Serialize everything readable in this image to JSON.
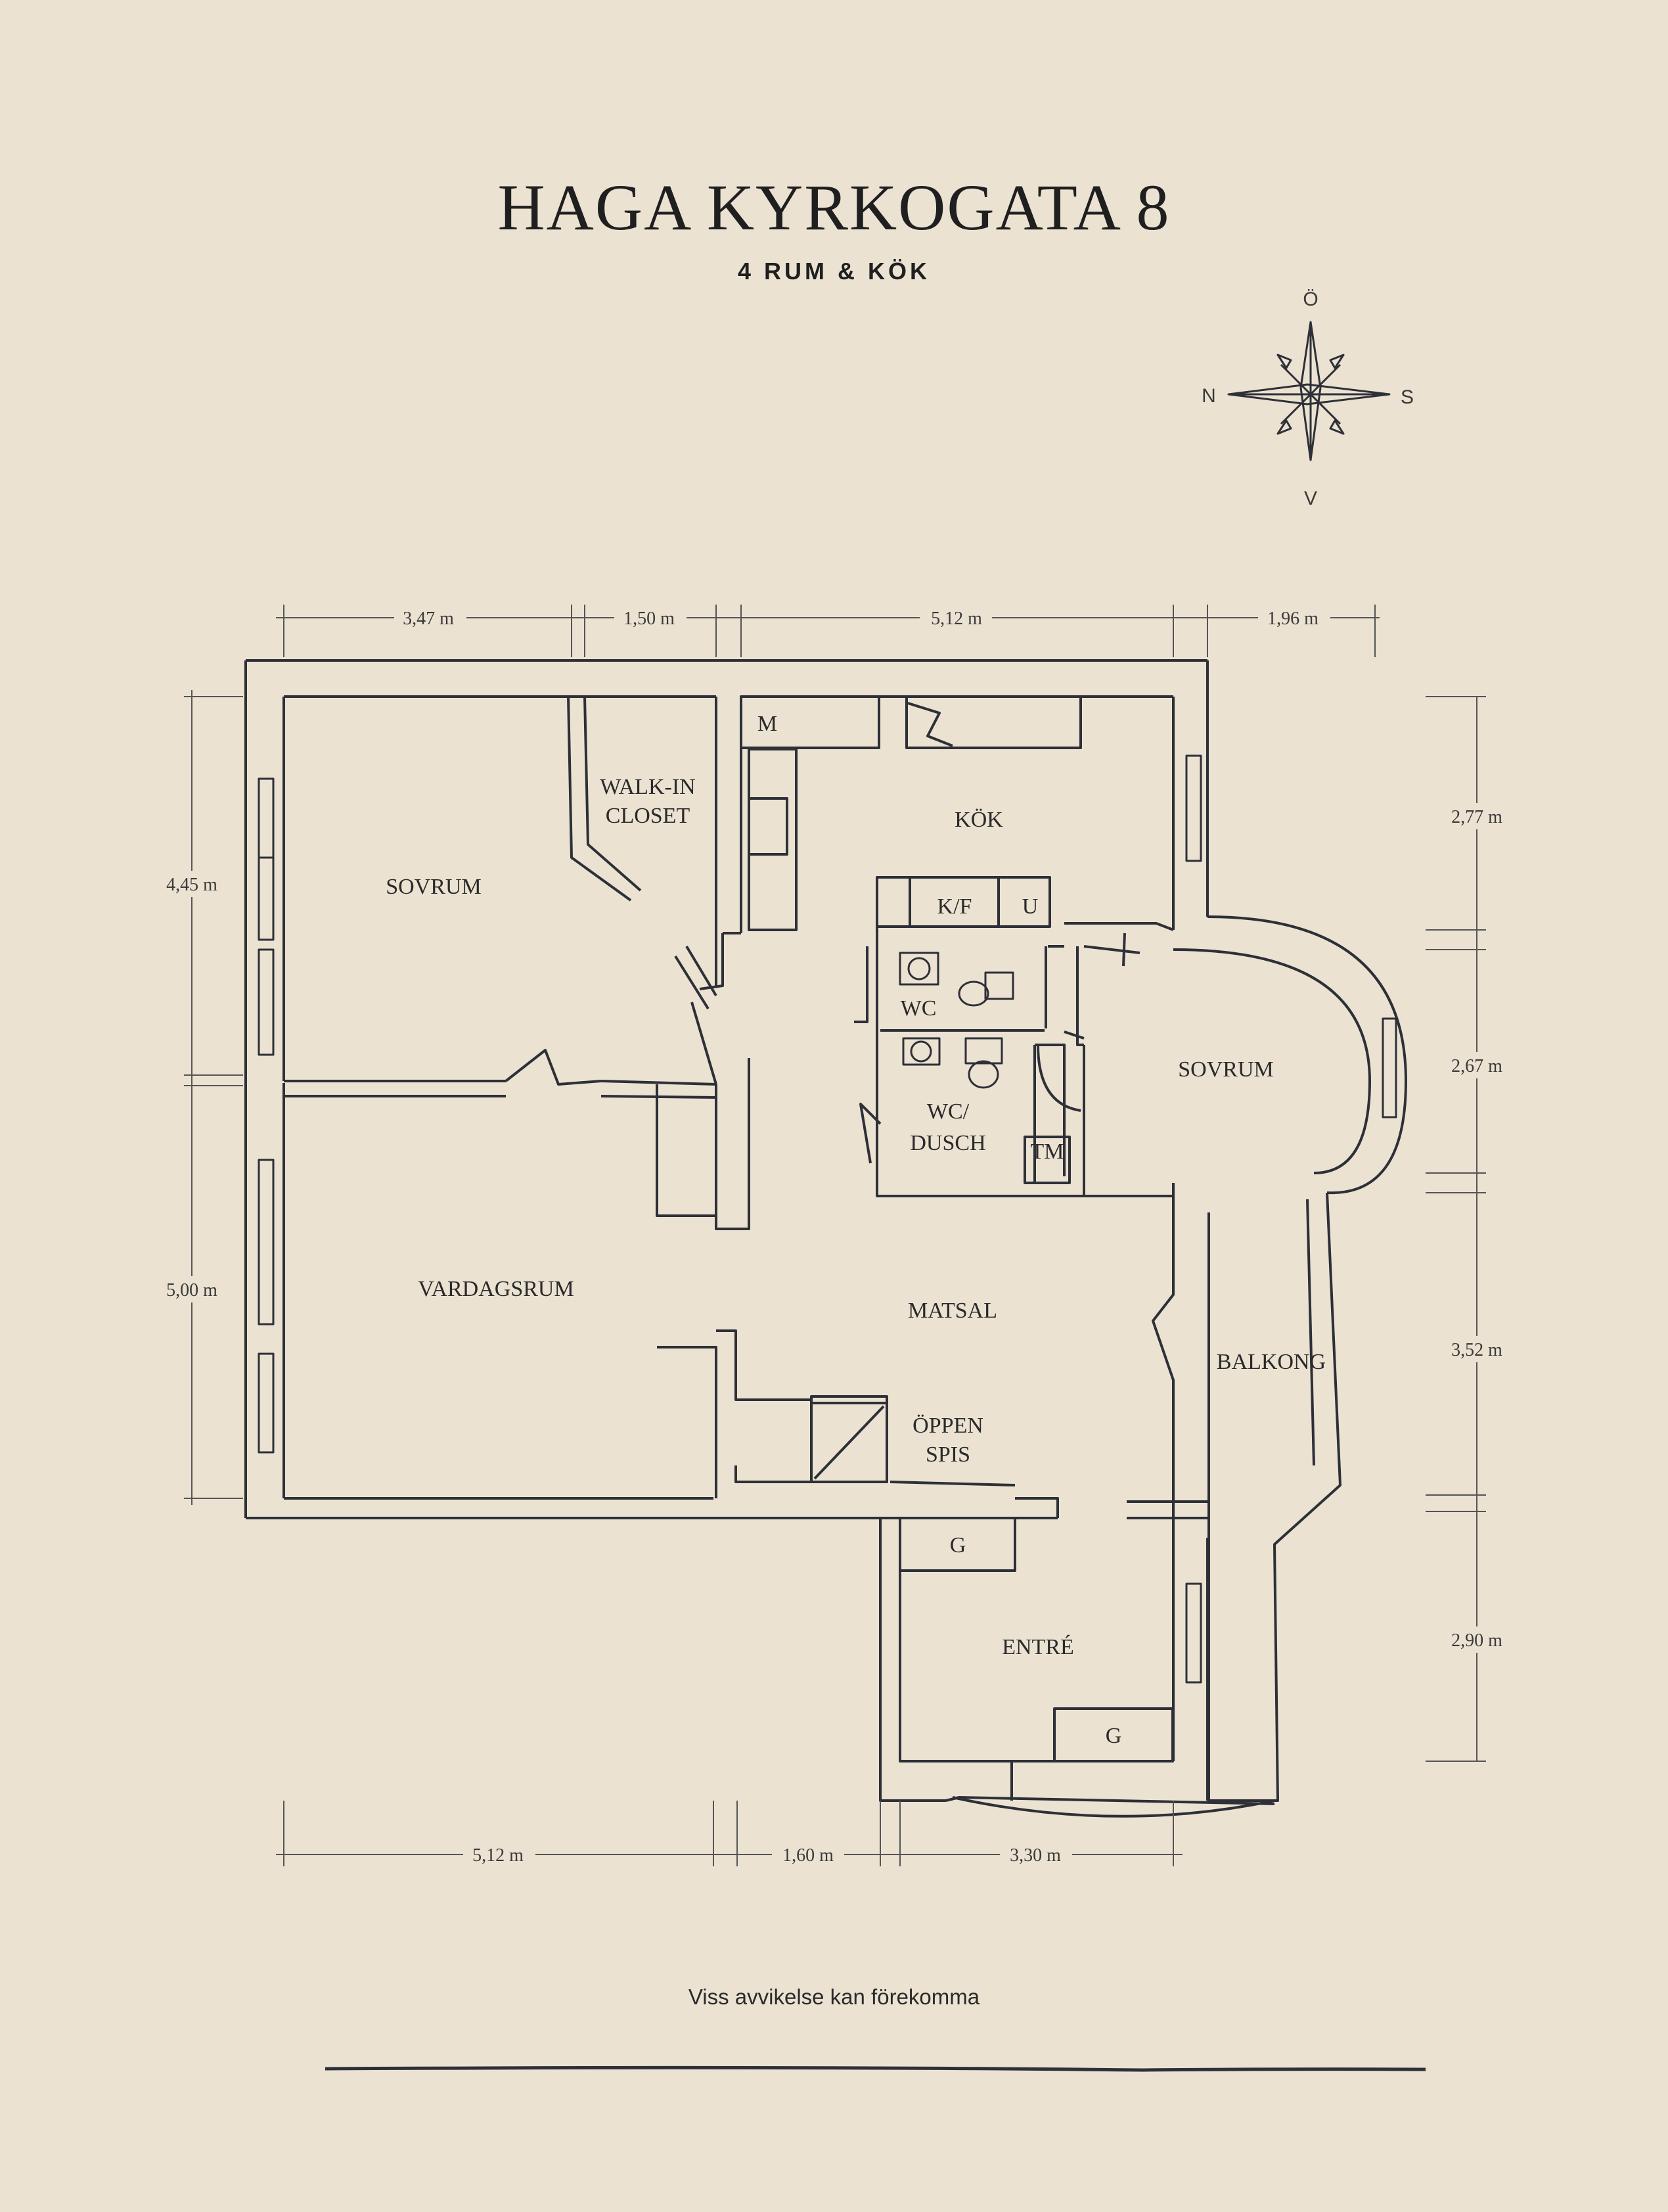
{
  "header": {
    "title": "HAGA KYRKOGATA 8",
    "subtitle": "4 RUM & KÖK"
  },
  "compass": {
    "north": "N",
    "south": "S",
    "east": "Ö",
    "west": "V"
  },
  "rooms": {
    "sovrum_1": "SOVRUM",
    "walk_in_1": "WALK-IN",
    "walk_in_2": "CLOSET",
    "kok": "KÖK",
    "m": "M",
    "kf": "K/F",
    "u": "U",
    "wc": "WC",
    "wcdusch_1": "WC/",
    "wcdusch_2": "DUSCH",
    "tm": "TM",
    "sovrum_2": "SOVRUM",
    "vardagsrum": "VARDAGSRUM",
    "matsal": "MATSAL",
    "oppen_1": "ÖPPEN",
    "oppen_2": "SPIS",
    "balkong": "BALKONG",
    "g1": "G",
    "g2": "G",
    "entre": "ENTRÉ"
  },
  "dimensions": {
    "top": [
      "3,47 m",
      "1,50 m",
      "5,12 m",
      "1,96 m"
    ],
    "bottom": [
      "5,12 m",
      "1,60 m",
      "3,30 m"
    ],
    "left": [
      "4,45 m",
      "5,00 m"
    ],
    "right": [
      "2,77 m",
      "2,67 m",
      "3,52 m",
      "2,90 m"
    ]
  },
  "footer": {
    "note": "Viss avvikelse kan förekomma"
  },
  "colors": {
    "background": "#ebe2d2",
    "ink": "#2e3038"
  }
}
